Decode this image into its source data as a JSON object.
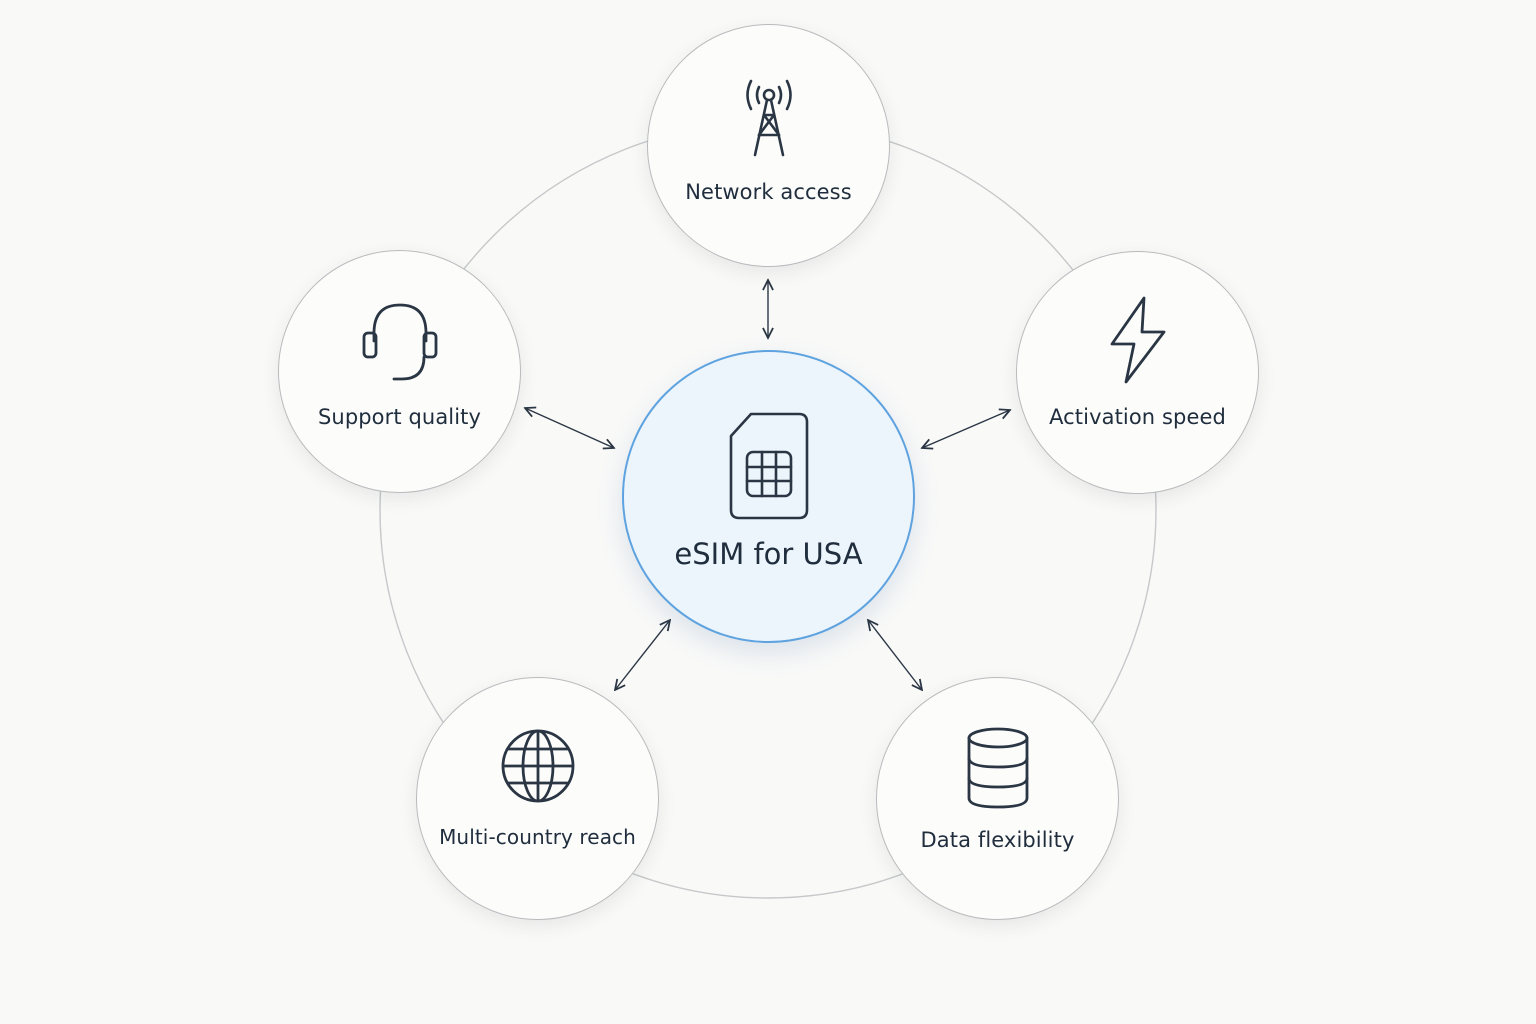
{
  "center": {
    "label": "eSIM for USA",
    "icon": "sim-card-icon",
    "accent_color": "#5ea3e0",
    "fill_color": "#ecf4fc"
  },
  "nodes": [
    {
      "id": "network-access",
      "label": "Network access",
      "icon": "cell-tower-icon"
    },
    {
      "id": "activation-speed",
      "label": "Activation speed",
      "icon": "lightning-bolt-icon"
    },
    {
      "id": "data-flexibility",
      "label": "Data flexibility",
      "icon": "database-icon"
    },
    {
      "id": "multi-country-reach",
      "label": "Multi-country reach",
      "icon": "globe-icon"
    },
    {
      "id": "support-quality",
      "label": "Support quality",
      "icon": "headset-icon"
    }
  ],
  "colors": {
    "background": "#f9f9f8",
    "node_border": "#b9bbbd",
    "text": "#1f2d3d",
    "connector": "#2b3644"
  }
}
